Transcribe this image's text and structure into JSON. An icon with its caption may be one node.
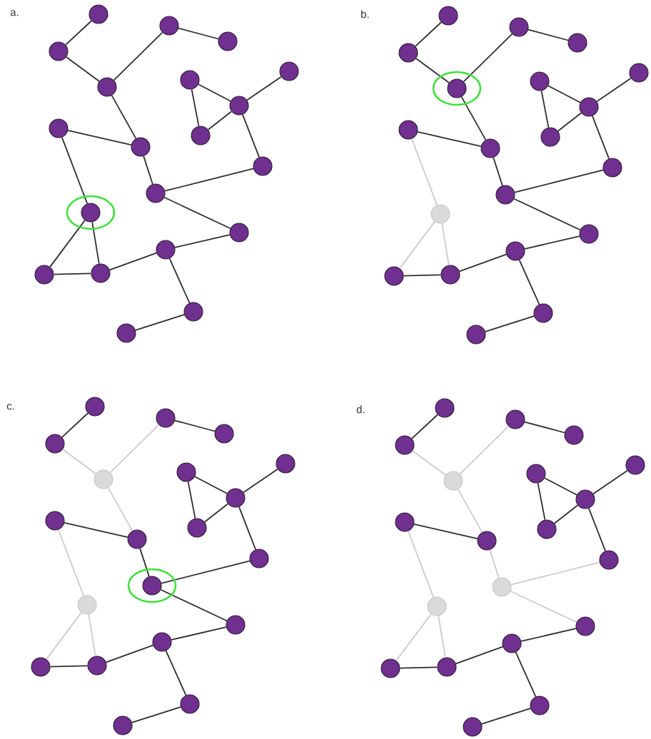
{
  "diagram": {
    "nodes": [
      {
        "text": [],
        "shape": "circle"
      },
      {
        "text": [],
        "shape": "circle"
      },
      {
        "text": [],
        "shape": "circle"
      },
      {
        "text": [],
        "shape": "circle"
      },
      {
        "text": [],
        "shape": "circle"
      },
      {
        "text": [],
        "shape": "circle"
      },
      {
        "text": [],
        "shape": "circle"
      },
      {
        "text": [],
        "shape": "circle"
      },
      {
        "text": [],
        "shape": "circle"
      },
      {
        "text": [],
        "shape": "circle"
      },
      {
        "text": [],
        "shape": "circle"
      },
      {
        "text": [],
        "shape": "circle"
      },
      {
        "text": [],
        "shape": "circle"
      },
      {
        "text": [],
        "shape": "circle"
      },
      {
        "text": [],
        "shape": "circle"
      },
      {
        "text": [],
        "shape": "circle"
      },
      {
        "text": [],
        "shape": "circle"
      },
      {
        "text": [],
        "shape": "circle"
      },
      {
        "text": [],
        "shape": "circle"
      },
      {
        "text": [],
        "shape": "circle"
      },
      {
        "text": [],
        "shape": "circle"
      },
      {
        "text": [],
        "shape": "circle"
      },
      {
        "text": [],
        "shape": "circle"
      },
      {
        "text": [],
        "shape": "circle"
      },
      {
        "text": [],
        "shape": "circle"
      },
      {
        "text": [],
        "shape": "circle"
      },
      {
        "text": [],
        "shape": "circle"
      },
      {
        "text": [],
        "shape": "circle"
      },
      {
        "text": [],
        "shape": "circle"
      },
      {
        "text": [],
        "shape": "circle"
      },
      {
        "text": [],
        "shape": "circle"
      },
      {
        "text": [],
        "shape": "circle"
      },
      {
        "text": [],
        "shape": "circle"
      },
      {
        "text": [],
        "shape": "circle"
      },
      {
        "text": [],
        "shape": "circle"
      },
      {
        "text": [],
        "shape": "circle"
      },
      {
        "text": [],
        "shape": "circle"
      },
      {
        "text": [],
        "shape": "circle"
      },
      {
        "text": [],
        "shape": "circle"
      },
      {
        "text": [],
        "shape": "circle"
      },
      {
        "text": [],
        "shape": "circle"
      },
      {
        "text": [],
        "shape": "circle"
      },
      {
        "text": [],
        "shape": "circle"
      },
      {
        "text": [],
        "shape": "circle"
      },
      {
        "text": [],
        "shape": "circle"
      },
      {
        "text": [],
        "shape": "circle"
      },
      {
        "text": [],
        "shape": "circle"
      },
      {
        "text": [],
        "shape": "circle"
      },
      {
        "text": [],
        "shape": "circle"
      },
      {
        "text": [],
        "shape": "circle"
      },
      {
        "text": [],
        "shape": "circle"
      },
      {
        "text": [],
        "shape": "circle"
      },
      {
        "text": [],
        "shape": "circle"
      },
      {
        "text": [],
        "shape": "circle"
      },
      {
        "text": [],
        "shape": "circle"
      },
      {
        "text": [],
        "shape": "circle"
      },
      {
        "text": [],
        "shape": "circle"
      },
      {
        "text": [],
        "shape": "circle"
      },
      {
        "text": [],
        "shape": "circle"
      },
      {
        "text": [],
        "shape": "circle"
      },
      {
        "text": [],
        "shape": "circle"
      },
      {
        "text": [],
        "shape": "circle"
      },
      {
        "text": [],
        "shape": "circle"
      },
      {
        "text": [],
        "shape": "circle"
      },
      {
        "text": [],
        "shape": "circle"
      },
      {
        "text": [],
        "shape": "circle"
      },
      {
        "text": [],
        "shape": "circle"
      },
      {
        "text": [],
        "shape": "circle"
      },
      {
        "text": [],
        "shape": "circle"
      },
      {
        "text": [],
        "shape": "circle"
      },
      {
        "text": [],
        "shape": "circle"
      },
      {
        "text": [],
        "shape": "circle"
      },
      {
        "text": [],
        "shape": "circle"
      },
      {
        "text": [],
        "shape": "circle"
      },
      {
        "text": [],
        "shape": "circle"
      },
      {
        "text": [],
        "shape": "circle"
      },
      {
        "text": [],
        "shape": "circle"
      },
      {
        "text": [],
        "shape": "circle"
      },
      {
        "text": [],
        "shape": "circle"
      },
      {
        "text": [],
        "shape": "circle"
      }
    ],
    "edges": [
      {
        "from": 0,
        "to": 1,
        "arrow": "none"
      },
      {
        "from": 1,
        "to": 4,
        "arrow": "none"
      },
      {
        "from": 4,
        "to": 2,
        "arrow": "none"
      },
      {
        "from": 2,
        "to": 3,
        "arrow": "none"
      },
      {
        "from": 4,
        "to": 10,
        "arrow": "none"
      },
      {
        "from": 9,
        "to": 10,
        "arrow": "none"
      },
      {
        "from": 9,
        "to": 13,
        "arrow": "none"
      },
      {
        "from": 10,
        "to": 12,
        "arrow": "none"
      },
      {
        "from": 12,
        "to": 11,
        "arrow": "none"
      },
      {
        "from": 11,
        "to": 7,
        "arrow": "none"
      },
      {
        "from": 7,
        "to": 6,
        "arrow": "none"
      },
      {
        "from": 5,
        "to": 7,
        "arrow": "none"
      },
      {
        "from": 5,
        "to": 8,
        "arrow": "none"
      },
      {
        "from": 8,
        "to": 7,
        "arrow": "none"
      },
      {
        "from": 12,
        "to": 14,
        "arrow": "none"
      },
      {
        "from": 14,
        "to": 15,
        "arrow": "none"
      },
      {
        "from": 15,
        "to": 17,
        "arrow": "none"
      },
      {
        "from": 15,
        "to": 18,
        "arrow": "none"
      },
      {
        "from": 18,
        "to": 19,
        "arrow": "none"
      },
      {
        "from": 13,
        "to": 16,
        "arrow": "none"
      },
      {
        "from": 13,
        "to": 17,
        "arrow": "none"
      },
      {
        "from": 16,
        "to": 17,
        "arrow": "none"
      },
      {
        "from": 20,
        "to": 21,
        "arrow": "none"
      },
      {
        "from": 21,
        "to": 24,
        "arrow": "none"
      },
      {
        "from": 24,
        "to": 22,
        "arrow": "none"
      },
      {
        "from": 22,
        "to": 23,
        "arrow": "none"
      },
      {
        "from": 24,
        "to": 30,
        "arrow": "none"
      },
      {
        "from": 29,
        "to": 30,
        "arrow": "none"
      },
      {
        "from": 29,
        "to": 33,
        "arrow": "none",
        "color": "#cccccc"
      },
      {
        "from": 30,
        "to": 32,
        "arrow": "none"
      },
      {
        "from": 32,
        "to": 31,
        "arrow": "none"
      },
      {
        "from": 31,
        "to": 27,
        "arrow": "none"
      },
      {
        "from": 27,
        "to": 26,
        "arrow": "none"
      },
      {
        "from": 25,
        "to": 27,
        "arrow": "none"
      },
      {
        "from": 25,
        "to": 28,
        "arrow": "none"
      },
      {
        "from": 28,
        "to": 27,
        "arrow": "none"
      },
      {
        "from": 32,
        "to": 34,
        "arrow": "none"
      },
      {
        "from": 34,
        "to": 35,
        "arrow": "none"
      },
      {
        "from": 35,
        "to": 37,
        "arrow": "none"
      },
      {
        "from": 35,
        "to": 38,
        "arrow": "none"
      },
      {
        "from": 38,
        "to": 39,
        "arrow": "none"
      },
      {
        "from": 33,
        "to": 36,
        "arrow": "none",
        "color": "#cccccc"
      },
      {
        "from": 33,
        "to": 37,
        "arrow": "none",
        "color": "#cccccc"
      },
      {
        "from": 36,
        "to": 37,
        "arrow": "none"
      },
      {
        "from": 40,
        "to": 41,
        "arrow": "none"
      },
      {
        "from": 41,
        "to": 44,
        "arrow": "none",
        "color": "#cccccc"
      },
      {
        "from": 44,
        "to": 42,
        "arrow": "none",
        "color": "#cccccc"
      },
      {
        "from": 42,
        "to": 43,
        "arrow": "none"
      },
      {
        "from": 44,
        "to": 50,
        "arrow": "none",
        "color": "#cccccc"
      },
      {
        "from": 49,
        "to": 50,
        "arrow": "none"
      },
      {
        "from": 49,
        "to": 53,
        "arrow": "none",
        "color": "#cccccc"
      },
      {
        "from": 50,
        "to": 52,
        "arrow": "none"
      },
      {
        "from": 52,
        "to": 51,
        "arrow": "none"
      },
      {
        "from": 51,
        "to": 47,
        "arrow": "none"
      },
      {
        "from": 47,
        "to": 46,
        "arrow": "none"
      },
      {
        "from": 45,
        "to": 47,
        "arrow": "none"
      },
      {
        "from": 45,
        "to": 48,
        "arrow": "none"
      },
      {
        "from": 48,
        "to": 47,
        "arrow": "none"
      },
      {
        "from": 52,
        "to": 54,
        "arrow": "none"
      },
      {
        "from": 54,
        "to": 55,
        "arrow": "none"
      },
      {
        "from": 55,
        "to": 57,
        "arrow": "none"
      },
      {
        "from": 55,
        "to": 58,
        "arrow": "none"
      },
      {
        "from": 58,
        "to": 59,
        "arrow": "none"
      },
      {
        "from": 53,
        "to": 56,
        "arrow": "none",
        "color": "#cccccc"
      },
      {
        "from": 53,
        "to": 57,
        "arrow": "none",
        "color": "#cccccc"
      },
      {
        "from": 56,
        "to": 57,
        "arrow": "none"
      },
      {
        "from": 60,
        "to": 61,
        "arrow": "none"
      },
      {
        "from": 61,
        "to": 64,
        "arrow": "none",
        "color": "#cccccc"
      },
      {
        "from": 64,
        "to": 62,
        "arrow": "none",
        "color": "#cccccc"
      },
      {
        "from": 62,
        "to": 63,
        "arrow": "none"
      },
      {
        "from": 64,
        "to": 70,
        "arrow": "none",
        "color": "#cccccc"
      },
      {
        "from": 69,
        "to": 70,
        "arrow": "none"
      },
      {
        "from": 69,
        "to": 73,
        "arrow": "none",
        "color": "#cccccc"
      },
      {
        "from": 70,
        "to": 72,
        "arrow": "none",
        "color": "#cccccc"
      },
      {
        "from": 72,
        "to": 71,
        "arrow": "none",
        "color": "#cccccc"
      },
      {
        "from": 71,
        "to": 67,
        "arrow": "none"
      },
      {
        "from": 67,
        "to": 66,
        "arrow": "none"
      },
      {
        "from": 65,
        "to": 67,
        "arrow": "none"
      },
      {
        "from": 65,
        "to": 68,
        "arrow": "none"
      },
      {
        "from": 68,
        "to": 67,
        "arrow": "none"
      },
      {
        "from": 72,
        "to": 74,
        "arrow": "none",
        "color": "#cccccc"
      },
      {
        "from": 74,
        "to": 75,
        "arrow": "none"
      },
      {
        "from": 75,
        "to": 77,
        "arrow": "none"
      },
      {
        "from": 75,
        "to": 78,
        "arrow": "none"
      },
      {
        "from": 78,
        "to": 79,
        "arrow": "none"
      },
      {
        "from": 73,
        "to": 76,
        "arrow": "none",
        "color": "#cccccc"
      },
      {
        "from": 73,
        "to": 77,
        "arrow": "none",
        "color": "#cccccc"
      },
      {
        "from": 76,
        "to": 77,
        "arrow": "none"
      }
    ],
    "labels": [
      "a.",
      "b.",
      "c.",
      "d."
    ]
  }
}
